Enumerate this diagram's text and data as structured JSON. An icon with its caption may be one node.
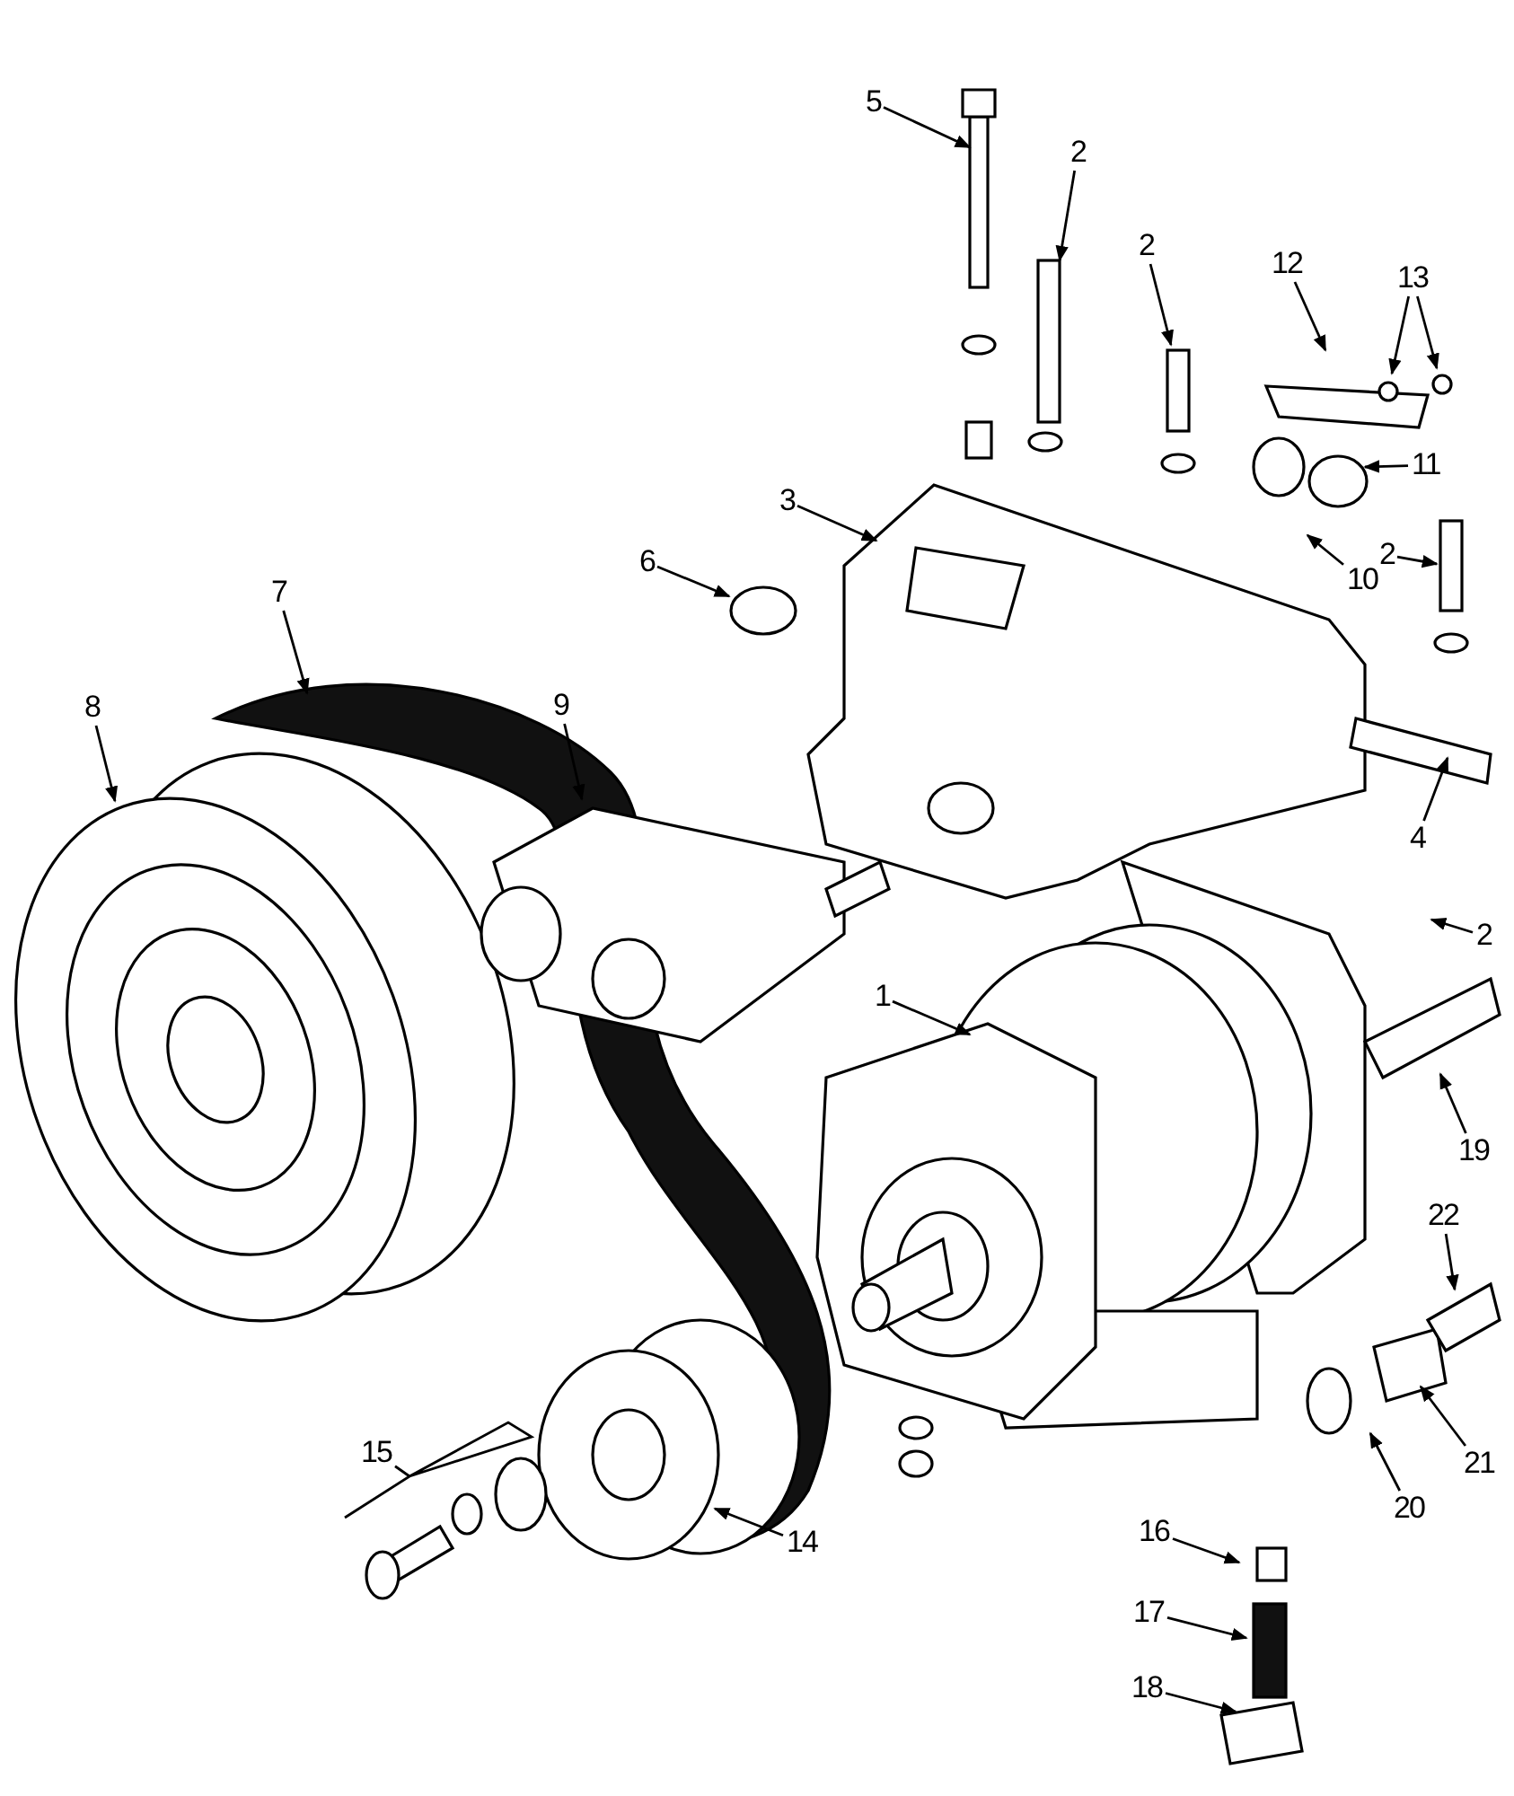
{
  "diagram": {
    "nodes": [
      {
        "text": [
          "5"
        ]
      },
      {
        "text": [
          "2"
        ]
      },
      {
        "text": [
          "2"
        ]
      },
      {
        "text": [
          "12"
        ]
      },
      {
        "text": [
          "13"
        ]
      },
      {
        "text": [
          "3"
        ]
      },
      {
        "text": [
          "11"
        ]
      },
      {
        "text": [
          "6"
        ]
      },
      {
        "text": [
          "10"
        ]
      },
      {
        "text": [
          "2"
        ]
      },
      {
        "text": [
          "7"
        ]
      },
      {
        "text": [
          "8"
        ]
      },
      {
        "text": [
          "9"
        ]
      },
      {
        "text": [
          "4"
        ]
      },
      {
        "text": [
          "2"
        ]
      },
      {
        "text": [
          "1"
        ]
      },
      {
        "text": [
          "19"
        ]
      },
      {
        "text": [
          "22"
        ]
      },
      {
        "text": [
          "21"
        ]
      },
      {
        "text": [
          "20"
        ]
      },
      {
        "text": [
          "15"
        ]
      },
      {
        "text": [
          "14"
        ]
      },
      {
        "text": [
          "16"
        ]
      },
      {
        "text": [
          "17"
        ]
      },
      {
        "text": [
          "18"
        ]
      }
    ],
    "edges": [
      {
        "from": 0,
        "to": null,
        "arrow": "to"
      },
      {
        "from": 1,
        "to": null,
        "arrow": "to"
      },
      {
        "from": 2,
        "to": null,
        "arrow": "to"
      },
      {
        "from": 3,
        "to": null,
        "arrow": "to"
      },
      {
        "from": 4,
        "to": null,
        "arrow": "to"
      },
      {
        "from": 4,
        "to": null,
        "arrow": "to"
      },
      {
        "from": 5,
        "to": null,
        "arrow": "to"
      },
      {
        "from": 6,
        "to": null,
        "arrow": "to"
      },
      {
        "from": 7,
        "to": null,
        "arrow": "to"
      },
      {
        "from": 8,
        "to": null,
        "arrow": "to"
      },
      {
        "from": 9,
        "to": null,
        "arrow": "to"
      },
      {
        "from": 10,
        "to": null,
        "arrow": "to"
      },
      {
        "from": 11,
        "to": null,
        "arrow": "to"
      },
      {
        "from": 12,
        "to": null,
        "arrow": "to"
      },
      {
        "from": 13,
        "to": null,
        "arrow": "to"
      },
      {
        "from": 14,
        "to": null,
        "arrow": "to"
      },
      {
        "from": 15,
        "to": null,
        "arrow": "to"
      },
      {
        "from": 16,
        "to": null,
        "arrow": "to"
      },
      {
        "from": 17,
        "to": null,
        "arrow": "to"
      },
      {
        "from": 18,
        "to": null,
        "arrow": "to"
      },
      {
        "from": 19,
        "to": null,
        "arrow": "to"
      },
      {
        "from": 20,
        "to": null,
        "arrow": "none"
      },
      {
        "from": 21,
        "to": null,
        "arrow": "to"
      },
      {
        "from": 22,
        "to": null,
        "arrow": "to"
      },
      {
        "from": 23,
        "to": null,
        "arrow": "to"
      },
      {
        "from": 24,
        "to": null,
        "arrow": "to"
      }
    ]
  }
}
